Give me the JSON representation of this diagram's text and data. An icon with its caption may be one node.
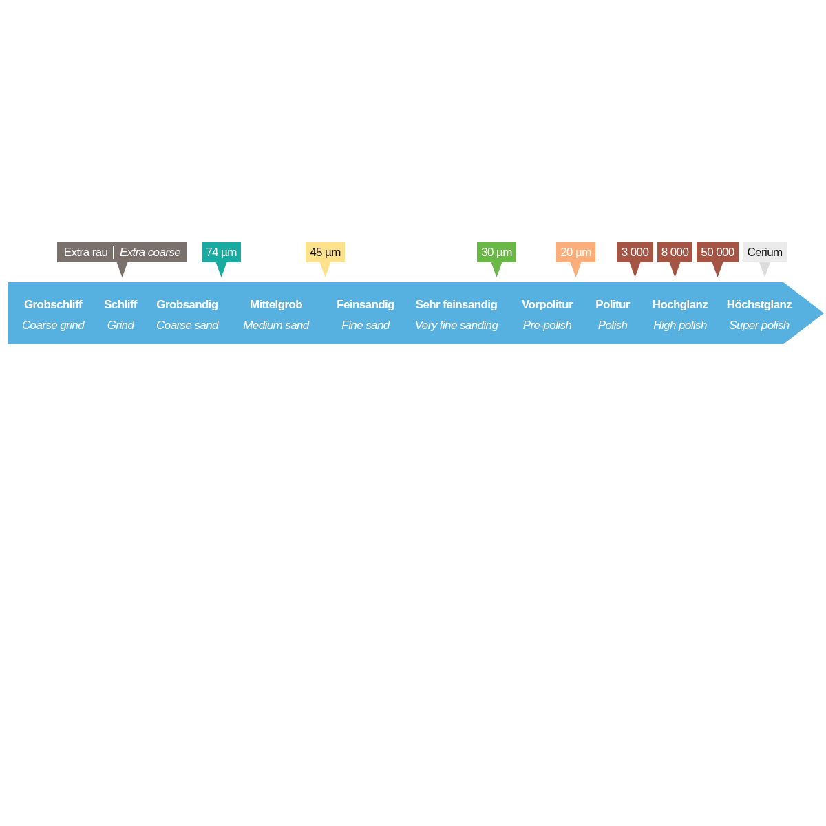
{
  "diagram": {
    "nodes": [
      {
        "text": [],
        "shape": "arrow"
      },
      {
        "text": [
          "Grobschliff",
          "Coarse grind"
        ],
        "in": 0
      },
      {
        "text": [
          "Schliff",
          "Grind"
        ],
        "in": 0
      },
      {
        "text": [
          "Grobsandig",
          "Coarse sand"
        ],
        "in": 0
      },
      {
        "text": [
          "Mittelgrob",
          "Medium sand"
        ],
        "in": 0
      },
      {
        "text": [
          "Feinsandig",
          "Fine sand"
        ],
        "in": 0
      },
      {
        "text": [
          "Sehr feinsandig",
          "Very fine sanding"
        ],
        "in": 0
      },
      {
        "text": [
          "Vorpolitur",
          "Pre-polish"
        ],
        "in": 0
      },
      {
        "text": [
          "Politur",
          "Polish"
        ],
        "in": 0
      },
      {
        "text": [
          "Hochglanz",
          "High polish"
        ],
        "in": 0
      },
      {
        "text": [
          "Höchstglanz",
          "Super polish"
        ],
        "in": 0
      },
      {
        "text": [
          "Extra rau",
          "Extra coarse"
        ]
      },
      {
        "text": [
          "74 µm"
        ]
      },
      {
        "text": [
          "45 µm"
        ]
      },
      {
        "text": [
          "30 µm"
        ]
      },
      {
        "text": [
          "20 µm"
        ]
      },
      {
        "text": [
          "3 000"
        ]
      },
      {
        "text": [
          "8 000"
        ]
      },
      {
        "text": [
          "50 000"
        ]
      },
      {
        "text": [
          "Cerium"
        ]
      }
    ]
  }
}
